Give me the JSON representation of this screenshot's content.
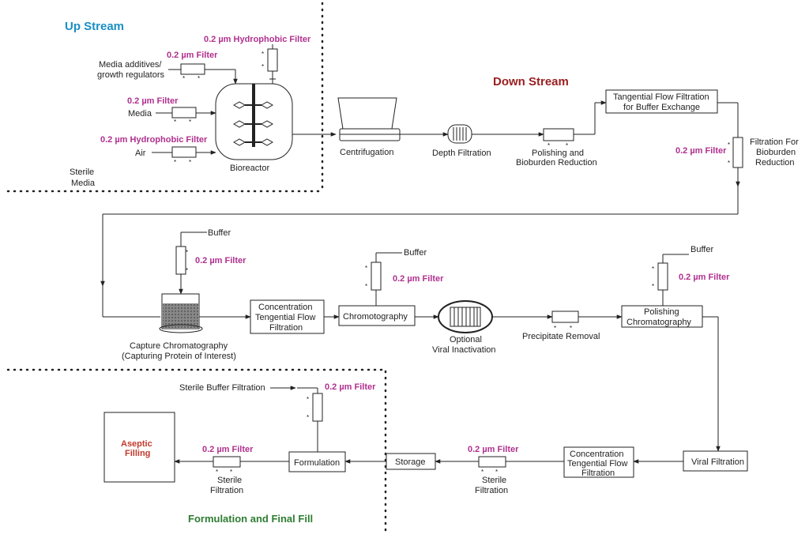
{
  "colors": {
    "upstream": "#1a8fc4",
    "downstream": "#9a1f1f",
    "formulation": "#2e7d32",
    "filter": "#b0308f",
    "aseptic": "#c0392b",
    "line": "#222222"
  },
  "sections": {
    "upstream": "Up Stream",
    "downstream": "Down Stream",
    "formulation": "Formulation and Final Fill"
  },
  "filter_label": "0.2 µm Filter",
  "hydrophobic_filter_label": "0.2 µm Hydrophobic Filter",
  "upstream": {
    "media_additives_1": "Media additives/",
    "media_additives_2": "growth regulators",
    "media": "Media",
    "air": "Air",
    "sterile_1": "Sterile",
    "sterile_2": "Media",
    "bioreactor": "Bioreactor"
  },
  "downstream_row1": {
    "centrifugation": "Centrifugation",
    "depth_filtration": "Depth Filtration",
    "polishing_1": "Polishing and",
    "polishing_2": "Bioburden Reduction",
    "tff_1": "Tangential Flow Filtration",
    "tff_2": "for Buffer Exchange",
    "bioburden_1": "Filtration For",
    "bioburden_2": "Bioburden",
    "bioburden_3": "Reduction"
  },
  "downstream_row2": {
    "buffer": "Buffer",
    "capture_1": "Capture Chromatography",
    "capture_2": "(Capturing Protein of Interest)",
    "conc_1": "Concentration",
    "conc_2": "Tengential Flow",
    "conc_3": "Filtration",
    "chromatography": "Chromotography",
    "viral_inact_1": "Optional",
    "viral_inact_2": "Viral Inactivation",
    "precipitate": "Precipitate Removal",
    "polishing_chrom_1": "Polishing",
    "polishing_chrom_2": "Chromatography"
  },
  "formulation_row": {
    "sterile_buffer": "Sterile Buffer Filtration",
    "aseptic_1": "Aseptic",
    "aseptic_2": "Filling",
    "sterile_filtration_1": "Sterile",
    "sterile_filtration_2": "Filtration",
    "formulation": "Formulation",
    "storage": "Storage",
    "conc_1": "Concentration",
    "conc_2": "Tengential Flow",
    "conc_3": "Filtration",
    "viral_filtration": "Viral Filtration"
  }
}
